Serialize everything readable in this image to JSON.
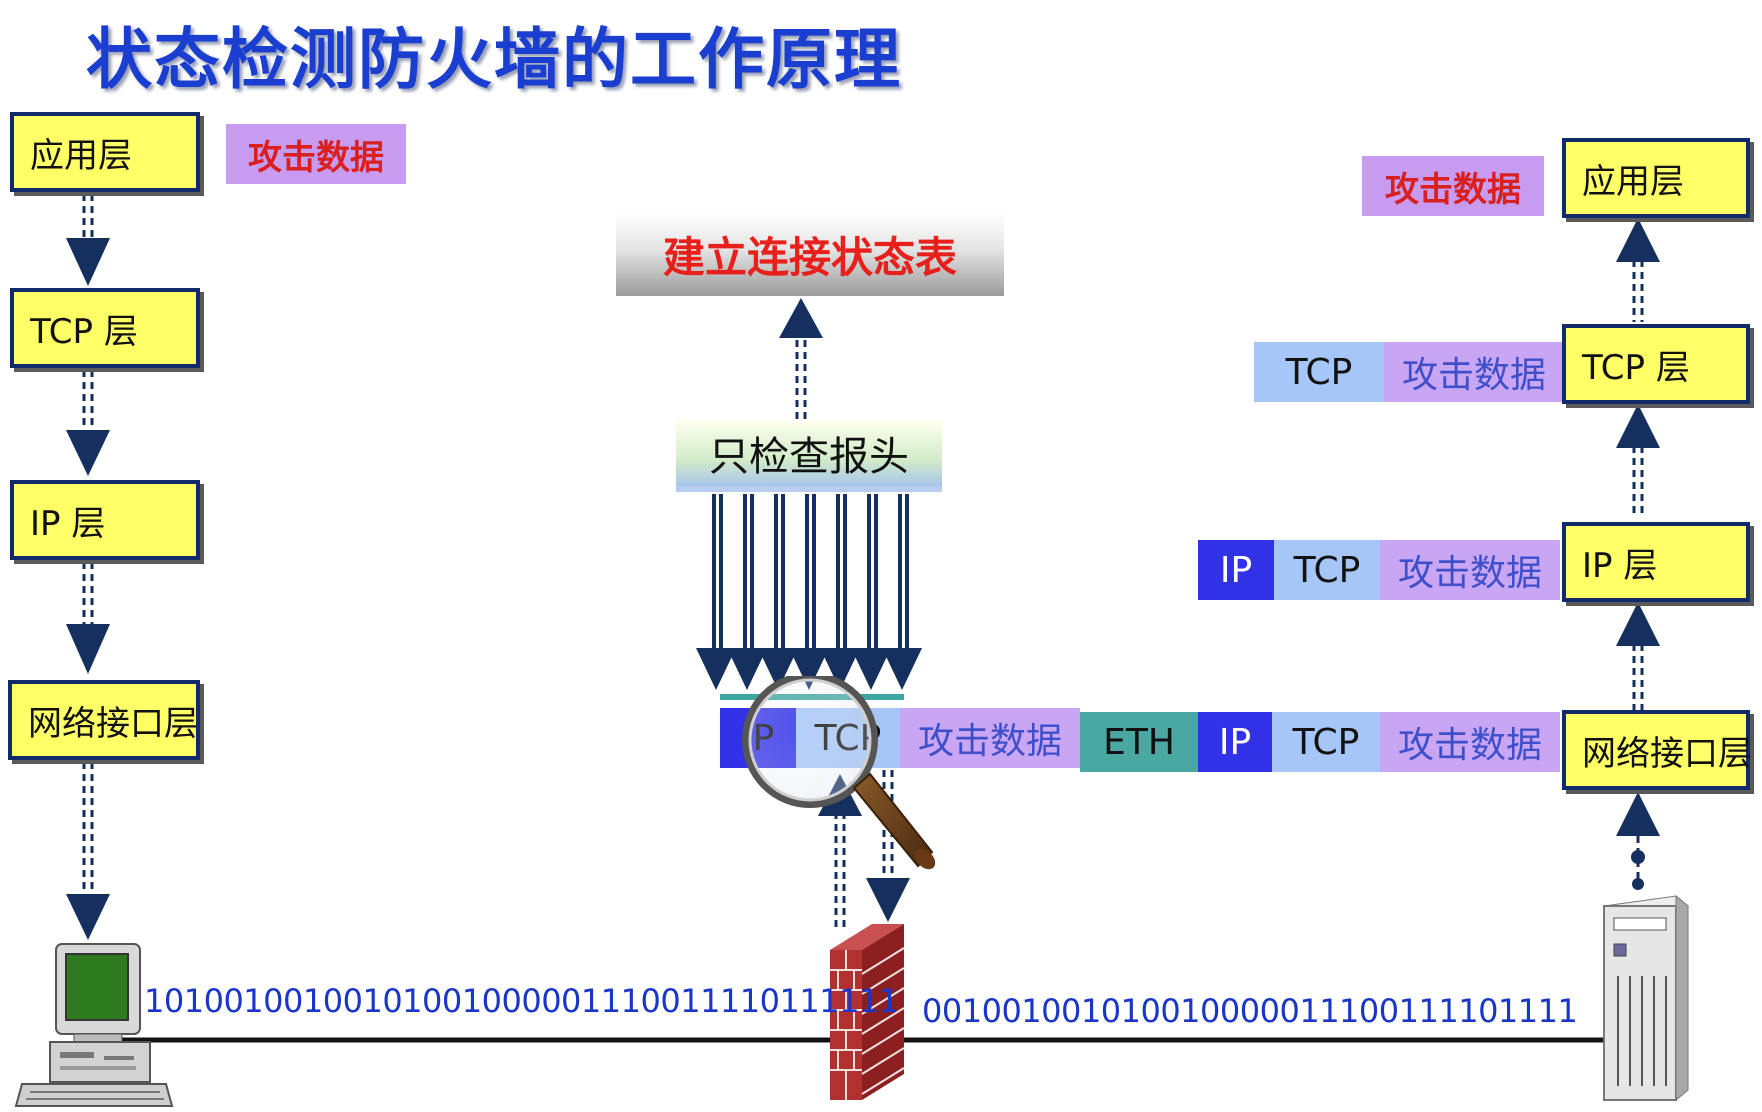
{
  "title": "状态检测防火墙的工作原理",
  "left_stack": {
    "app": "应用层",
    "tcp": "TCP 层",
    "ip": "IP 层",
    "net": "网络接口层",
    "attack": "攻击数据"
  },
  "right_stack": {
    "app": "应用层",
    "tcp": "TCP 层",
    "ip": "IP 层",
    "net": "网络接口层",
    "attack": "攻击数据"
  },
  "firewall": {
    "state_table": "建立连接状态表",
    "inspect_header": "只检查报头"
  },
  "packet_inspected": {
    "ip": "IP",
    "tcp": "TCP",
    "data": "攻击数据"
  },
  "packet_eth": {
    "eth": "ETH",
    "ip": "IP",
    "tcp": "TCP",
    "data": "攻击数据"
  },
  "packet_ip": {
    "ip": "IP",
    "tcp": "TCP",
    "data": "攻击数据"
  },
  "packet_tcp": {
    "tcp": "TCP",
    "data": "攻击数据"
  },
  "bits_left": "10100100100101001000001110011110111111",
  "bits_right": "001001001010010000011100111101111",
  "colors": {
    "title": "#1a3fd0",
    "layer_fill": "#ffff66",
    "layer_border": "#102a6a",
    "attack_fill": "#c79cf0",
    "attack_text": "#d92020",
    "arrow": "#15305e",
    "ip_fill": "#3131e8",
    "tcp_fill": "#a6c6f7",
    "eth_fill": "#4aa8a3"
  },
  "icons": [
    "desktop-computer-icon",
    "brick-firewall-icon",
    "server-tower-icon",
    "magnifier-icon"
  ]
}
